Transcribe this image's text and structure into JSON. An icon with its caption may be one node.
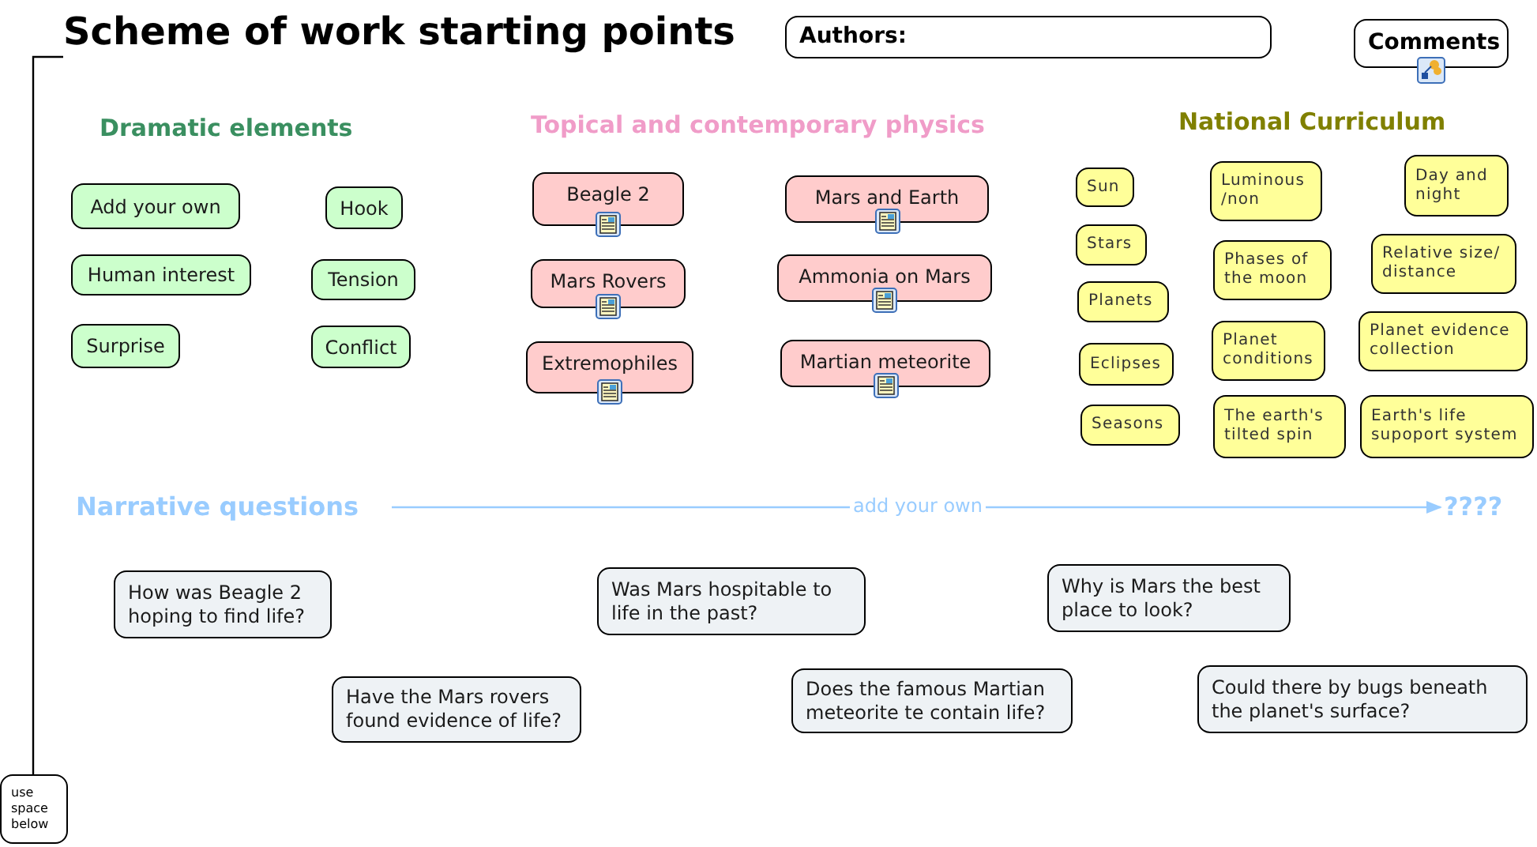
{
  "diagram": {
    "nodes": [
      {
        "text": [
          "Scheme of work starting points"
        ]
      },
      {
        "text": [
          "Authors:"
        ]
      },
      {
        "text": [
          "Comments"
        ]
      },
      {
        "text": [
          "Add your own"
        ]
      },
      {
        "text": [
          "Hook"
        ]
      },
      {
        "text": [
          "Human interest"
        ]
      },
      {
        "text": [
          "Tension"
        ]
      },
      {
        "text": [
          "Surprise"
        ]
      },
      {
        "text": [
          "Conflict"
        ]
      },
      {
        "text": [
          "Beagle 2"
        ]
      },
      {
        "text": [
          "Mars and Earth"
        ]
      },
      {
        "text": [
          "Mars Rovers"
        ]
      },
      {
        "text": [
          "Ammonia on Mars"
        ]
      },
      {
        "text": [
          "Extremophiles"
        ]
      },
      {
        "text": [
          "Martian meteorite"
        ]
      },
      {
        "text": [
          "Sun"
        ]
      },
      {
        "text": [
          "Luminous /non"
        ]
      },
      {
        "text": [
          "Day and night"
        ]
      },
      {
        "text": [
          "Stars"
        ]
      },
      {
        "text": [
          "Phases of the moon"
        ]
      },
      {
        "text": [
          "Relative size/ distance"
        ]
      },
      {
        "text": [
          "Planets"
        ]
      },
      {
        "text": [
          "Planet conditions"
        ]
      },
      {
        "text": [
          "Planet evidence collection"
        ]
      },
      {
        "text": [
          "Eclipses"
        ]
      },
      {
        "text": [
          "The earth's tilted spin"
        ]
      },
      {
        "text": [
          "Earth's life supoport system"
        ]
      },
      {
        "text": [
          "Seasons"
        ]
      },
      {
        "text": [
          "Narrative questions"
        ]
      },
      {
        "text": [
          "????"
        ]
      },
      {
        "text": [
          "How was Beagle 2 hoping to find life?"
        ]
      },
      {
        "text": [
          "Was Mars hospitable to life in the past?"
        ]
      },
      {
        "text": [
          "Why is Mars the best place to look?"
        ]
      },
      {
        "text": [
          "Have the Mars rovers found evidence of life?"
        ]
      },
      {
        "text": [
          "Does the famous Martian meteorite te contain life?"
        ]
      },
      {
        "text": [
          "Could there by bugs beneath the planet's surface?"
        ]
      },
      {
        "text": [
          "use space below"
        ]
      }
    ],
    "edges": [
      {
        "from": 36,
        "to": 0,
        "arrow": "none"
      },
      {
        "from": 28,
        "to": 29,
        "arrow": "to",
        "label": "add your own",
        "color": "#99ccff"
      }
    ],
    "labels": [
      "Dramatic elements",
      "Topical and contemporary physics",
      "National Curriculum"
    ]
  }
}
